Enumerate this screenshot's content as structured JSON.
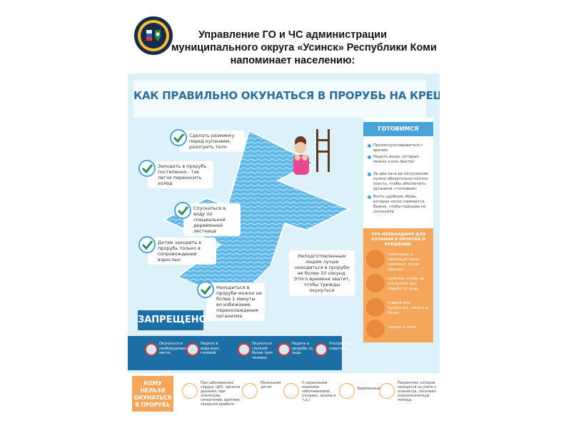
{
  "header": {
    "line1": "Управление ГО и ЧС администрации",
    "line2": "муниципального округа «Усинск» Республики Коми",
    "line3": "напоминает населению:"
  },
  "poster": {
    "title": "КАК ПРАВИЛЬНО ОКУНАТЬСЯ В ПРОРУБЬ НА КРЕЩЕНИЕ",
    "tips": [
      "Сделать разминку перед купанием, разогреть тело",
      "Заходить в прорубь постепенно - так легче переносить холод",
      "Спускаться в воду по специальной деревянной лестнице",
      "Детям заходить в прорубь только в сопровождении взрослых",
      "Находиться в проруби можно не более 1 минуты во избежание переохлаждения организма"
    ],
    "right_tip": "Неподготовленным людям лучше находиться в проруби не более 10 секунд. Этого времени хватит, чтобы трижды окунуться",
    "prepare": {
      "title": "ГОТОВИМСЯ ЗАРАНЕЕ",
      "items": [
        "Проконсультироваться с врачом",
        "Надеть вещи, которые можно снять быстро",
        "За два часа до погружения нужно обязательно плотно поесть, чтобы обеспечить организм «топливом»",
        "Взять удобную обувь, которая легко снимается. Важно, чтобы подошва не скользила"
      ]
    },
    "need": {
      "title": "ЧТО НЕОБХОДИМО ДЛЯ КУПАНИЯ В ПРОРУБИ В КРЕЩЕНИЕ:",
      "items": [
        "полотенце и махровый халат, комплект сухой одежды",
        "тапочки, чтобы не скользили при ходьбе по льду",
        "плавки или купальник, можно в белье",
        "термос с чаем"
      ]
    },
    "forbidden": {
      "title": "ЗАПРЕЩЕНО",
      "items": [
        "Окунаться в необорудованном месте",
        "Нырять в воду вниз головой",
        "Окунаться группой более трех человек",
        "Нырять в прорубь со льда",
        "Употреблять спиртное"
      ]
    },
    "who_not": {
      "title": "КОМУ НЕЛЬЗЯ ОКУНАТЬСЯ В ПРОРУБЬ",
      "items": [
        "При заболеваниях сердца, ЦНС, органов дыхания, при эпилепсии, гипертонии, аритмии, сахарном диабете",
        "Маленьким детям",
        "С серьезными кожными заболеваниями (псориаз, экзема и т.д.)",
        "Беременным",
        "Пациентам, которые находятся на учете у психиатра, получают психологическую помощь"
      ]
    }
  }
}
